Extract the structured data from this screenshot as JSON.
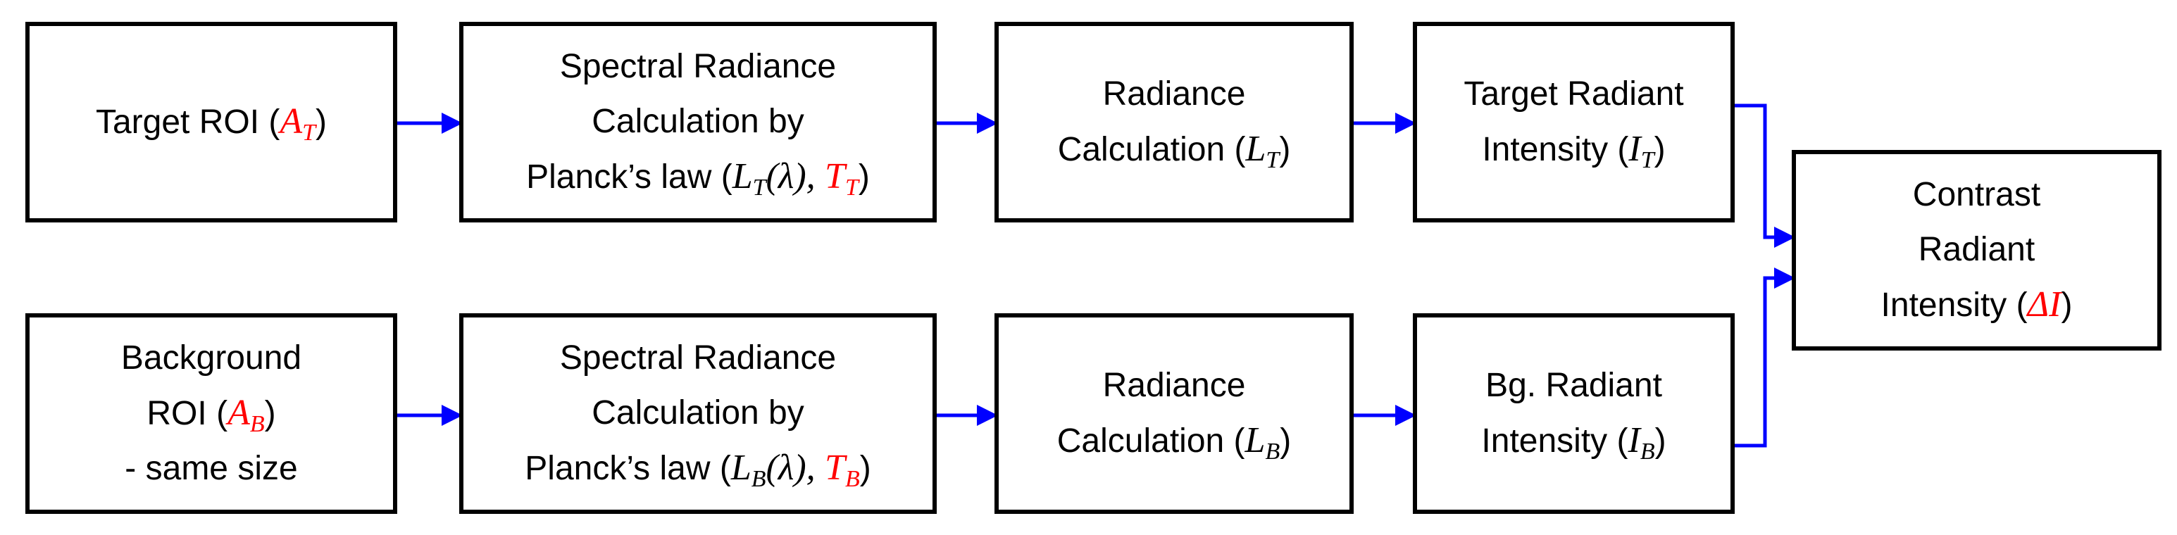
{
  "colors": {
    "arrow": "#0000ff",
    "highlight": "#ff0000",
    "border": "#000000"
  },
  "top": {
    "roi": {
      "label": "Target ROI",
      "sym": "A",
      "sub": "T"
    },
    "spectral": {
      "line1": "Spectral Radiance",
      "line2": "Calculation by",
      "line3": "Planck’s law",
      "func": "L",
      "func_sub": "T",
      "func_arg": "(λ),",
      "temp": "T",
      "temp_sub": "T"
    },
    "radiance": {
      "line1": "Radiance",
      "line2": "Calculation",
      "sym": "L",
      "sub": "T"
    },
    "intensity": {
      "line1": "Target Radiant",
      "line2": "Intensity",
      "sym": "I",
      "sub": "T"
    }
  },
  "bottom": {
    "roi": {
      "line1": "Background",
      "line2": "ROI",
      "sym": "A",
      "sub": "B",
      "line3": "- same size"
    },
    "spectral": {
      "line1": "Spectral Radiance",
      "line2": "Calculation by",
      "line3": "Planck’s law",
      "func": "L",
      "func_sub": "B",
      "func_arg": "(λ),",
      "temp": "T",
      "temp_sub": "B"
    },
    "radiance": {
      "line1": "Radiance",
      "line2": "Calculation",
      "sym": "L",
      "sub": "B"
    },
    "intensity": {
      "line1": "Bg. Radiant",
      "line2": "Intensity",
      "sym": "I",
      "sub": "B"
    }
  },
  "contrast": {
    "line1": "Contrast",
    "line2": "Radiant",
    "line3": "Intensity",
    "sym": "ΔI"
  }
}
